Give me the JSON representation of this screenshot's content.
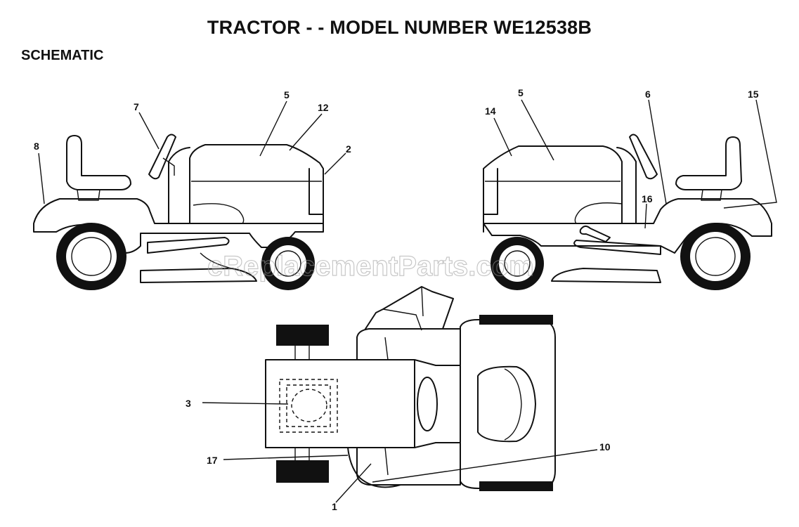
{
  "header": {
    "title": "TRACTOR - - MODEL NUMBER WE12538B",
    "subtitle": "SCHEMATIC"
  },
  "watermark": "eReplacementParts.com",
  "callouts": {
    "left_view": [
      "8",
      "7",
      "5",
      "12",
      "2"
    ],
    "right_view": [
      "14",
      "5",
      "6",
      "15",
      "16"
    ],
    "top_view": [
      "3",
      "17",
      "10",
      "1"
    ]
  }
}
